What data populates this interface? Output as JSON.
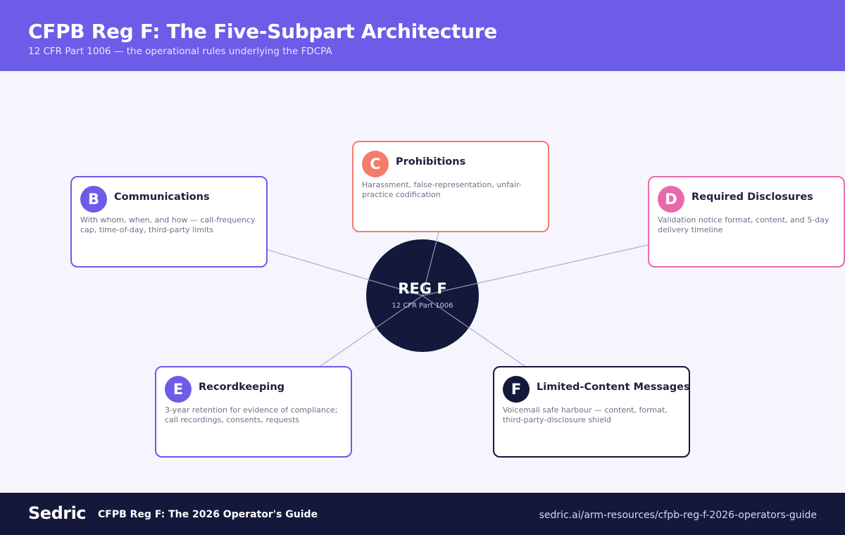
{
  "header": {
    "title": "CFPB Reg F: The Five-Subpart Architecture",
    "subtitle": "12 CFR Part 1006 — the operational rules underlying the FDCPA"
  },
  "hub": {
    "title": "REG F",
    "subtitle": "12 CFR Part 1006"
  },
  "colors": {
    "header_bg": "#6c5ce7",
    "hub_bg": "#14183a",
    "link": "#a9b7d6",
    "subpart_b": "#6c5ce7",
    "subpart_c": "#f47c6a",
    "subpart_d": "#e86aaa",
    "subpart_e": "#6c5ce7",
    "subpart_f": "#14183a"
  },
  "subparts": [
    {
      "letter": "B",
      "title": "Communications",
      "description": "With whom, when, and how — call-frequency cap, time-of-day, third-party limits",
      "color": "#6c5ce7"
    },
    {
      "letter": "C",
      "title": "Prohibitions",
      "description": "Harassment, false-representation, unfair-practice codification",
      "color": "#f47c6a"
    },
    {
      "letter": "D",
      "title": "Required Disclosures",
      "description": "Validation notice format, content, and 5-day delivery timeline",
      "color": "#e86aaa"
    },
    {
      "letter": "E",
      "title": "Recordkeeping",
      "description": "3-year retention for evidence of compliance; call recordings, consents, requests",
      "color": "#6c5ce7"
    },
    {
      "letter": "F",
      "title": "Limited-Content Messages",
      "description": "Voicemail safe harbour — content, format, third-party-disclosure shield",
      "color": "#14183a"
    }
  ],
  "footer": {
    "logo": "Sedric",
    "guide_title": "CFPB Reg F: The 2026 Operator's Guide",
    "url": "sedric.ai/arm-resources/cfpb-reg-f-2026-operators-guide"
  }
}
